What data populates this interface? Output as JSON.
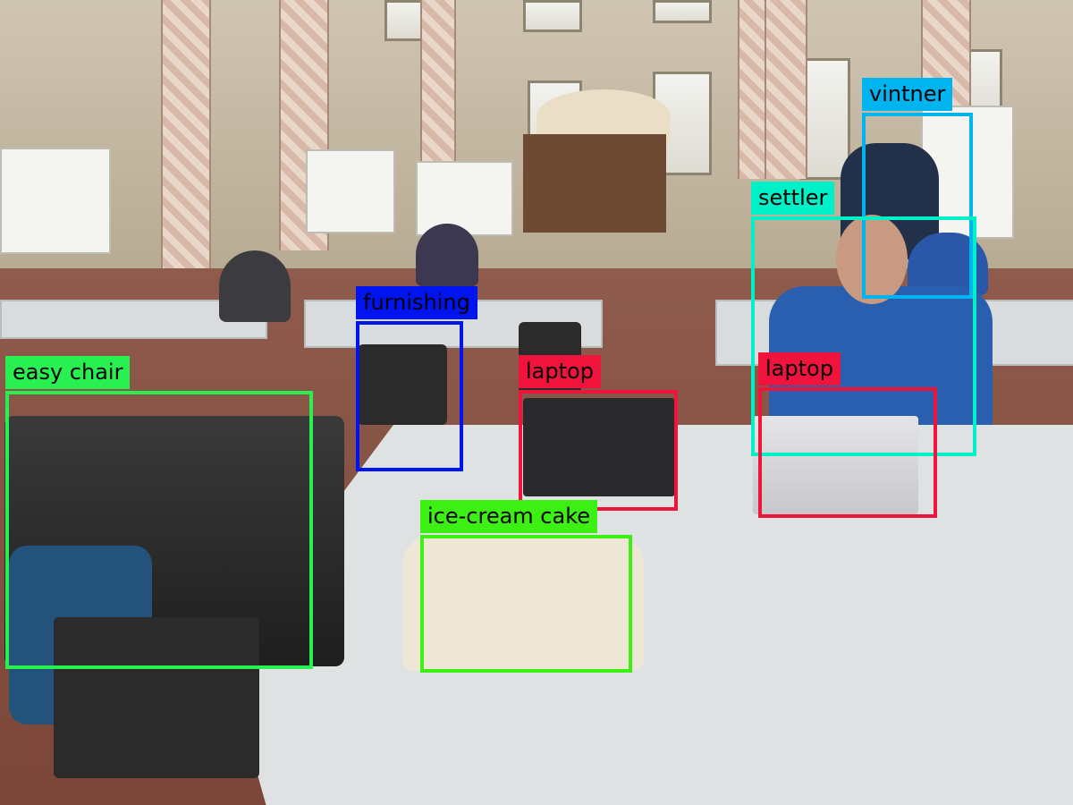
{
  "detections": [
    {
      "label": "vintner",
      "color": "#00b4f0",
      "text_color": "#000000"
    },
    {
      "label": "settler",
      "color": "#00f0c8",
      "text_color": "#000000"
    },
    {
      "label": "furnishing",
      "color": "#0014f0",
      "text_color": "#000000"
    },
    {
      "label": "easy chair",
      "color": "#28f050",
      "text_color": "#000000"
    },
    {
      "label": "laptop",
      "color": "#f0143c",
      "text_color": "#000000"
    },
    {
      "label": "laptop",
      "color": "#f0143c",
      "text_color": "#000000"
    },
    {
      "label": "ice-cream cake",
      "color": "#3cf014",
      "text_color": "#000000"
    }
  ]
}
